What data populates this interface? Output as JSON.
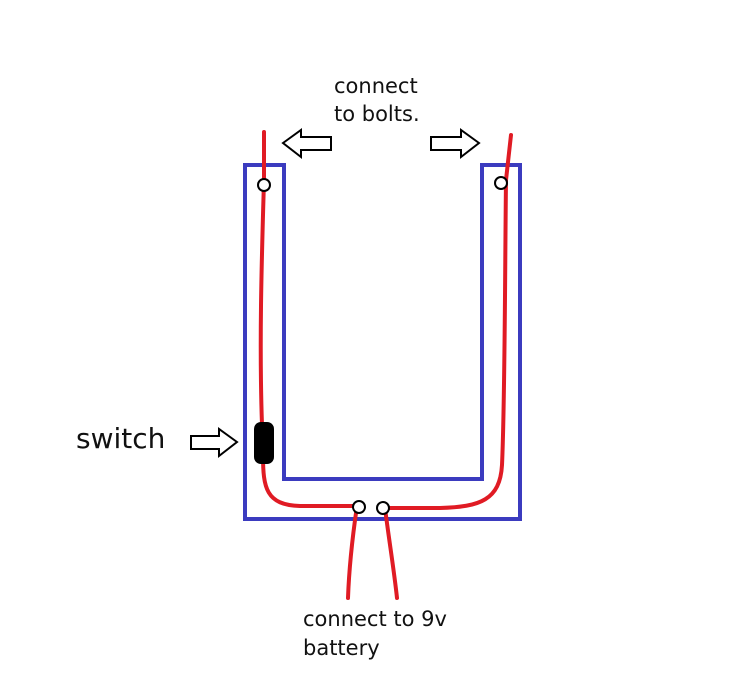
{
  "labels": {
    "bolts_line1": "connect",
    "bolts_line2": "to bolts.",
    "switch": "switch",
    "battery_line1": "connect to 9v",
    "battery_line2": "battery"
  },
  "colors": {
    "frame": "#3b3bbf",
    "wire": "#e01b24",
    "switch": "#000000",
    "arrow_stroke": "#000000",
    "arrow_fill": "#ffffff",
    "text": "#111111",
    "background": "#ffffff"
  }
}
